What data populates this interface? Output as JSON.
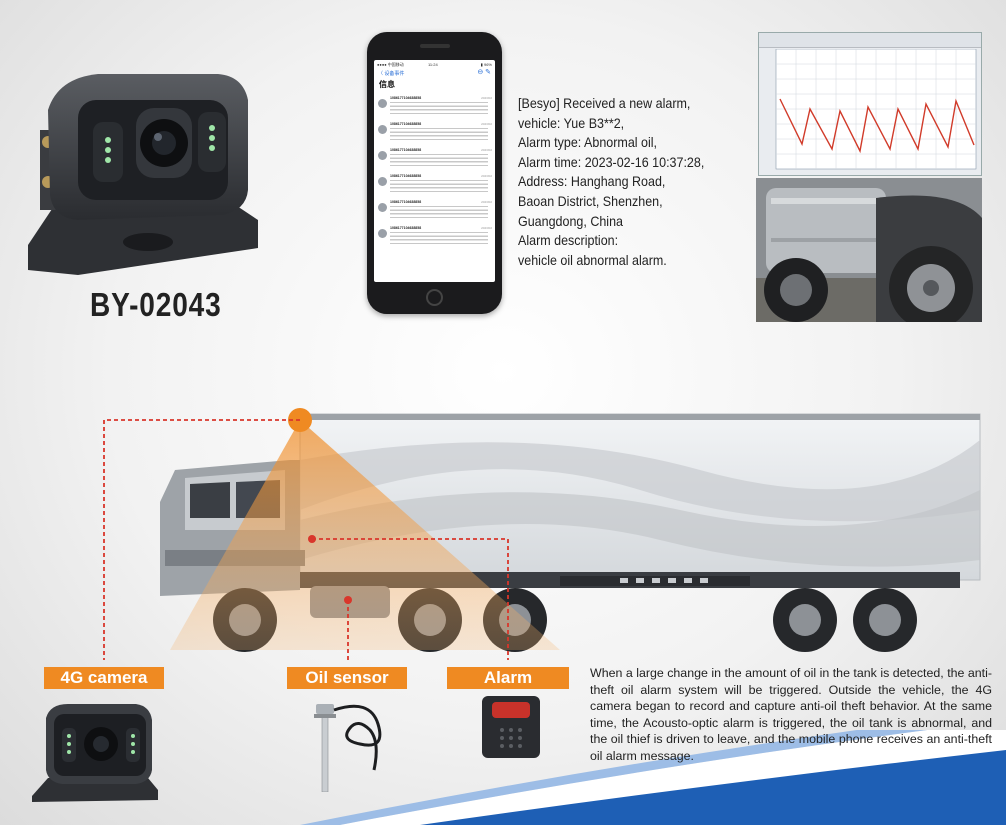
{
  "product": {
    "model": "BY-02043"
  },
  "phone": {
    "status_left": "●●●● 中国移动",
    "status_center": "11:24",
    "status_right": "▮ 96%",
    "back_label": "〈 设备事件",
    "title": "信息",
    "messages": [
      {
        "title": "1086177104638858",
        "date": "2023/02"
      },
      {
        "title": "1086177104638858",
        "date": "2023/02"
      },
      {
        "title": "1086177104638858",
        "date": "2023/02"
      },
      {
        "title": "1086177104638858",
        "date": "2023/02"
      },
      {
        "title": "1086177104638858",
        "date": "2023/02"
      },
      {
        "title": "1086177104638858",
        "date": "2023/02"
      }
    ]
  },
  "alarm_message": {
    "lines": [
      "[Besyo] Received a new alarm,",
      "vehicle: Yue B3**2,",
      "Alarm type: Abnormal oil,",
      "Alarm time: 2023-02-16 10:37:28,",
      "Address: Hanghang Road,",
      "Baoan District, Shenzhen,",
      "Guangdong, China",
      "Alarm description:",
      "vehicle oil abnormal alarm."
    ]
  },
  "labels": {
    "camera": "4G camera",
    "sensor": "Oil sensor",
    "alarm": "Alarm"
  },
  "description": "When a large change in the amount of oil in the tank is detected, the anti-theft oil alarm system will be triggered. Outside the vehicle, the 4G camera began to record and capture anti-oil theft behavior. At the same time, the Acousto-optic alarm is triggered, the oil tank is abnormal, and the oil thief is driven to leave, and the mobile phone receives an anti-theft oil alarm message.",
  "colors": {
    "accent_orange": "#ef8a22",
    "dashed_red": "#d9362b",
    "chart_line": "#d13b2a",
    "swoosh_blue": "#1e5fb5"
  },
  "icons": {
    "camera": "car-camera-icon",
    "sensor": "oil-sensor-icon",
    "alarm": "acousto-optic-alarm-icon"
  }
}
